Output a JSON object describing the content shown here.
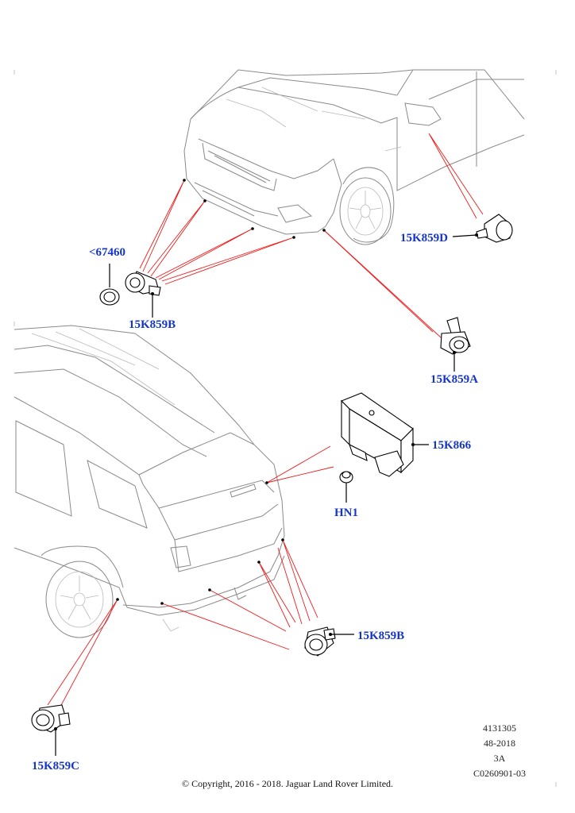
{
  "labels": {
    "p1": "<67460",
    "p2": "15K859B",
    "p3": "15K859D",
    "p4": "15K859A",
    "p5": "15K866",
    "p6": "HN1",
    "p7": "15K859B",
    "p8": "15K859C"
  },
  "info": {
    "line1": "4131305",
    "line2": "48-2018",
    "line3": "3A",
    "line4": "C0260901-03"
  },
  "copyright": "© Copyright, 2016 - 2018. Jaguar Land Rover Limited.",
  "colors": {
    "label": "#1535c8",
    "leader": "#ee1b1b"
  }
}
